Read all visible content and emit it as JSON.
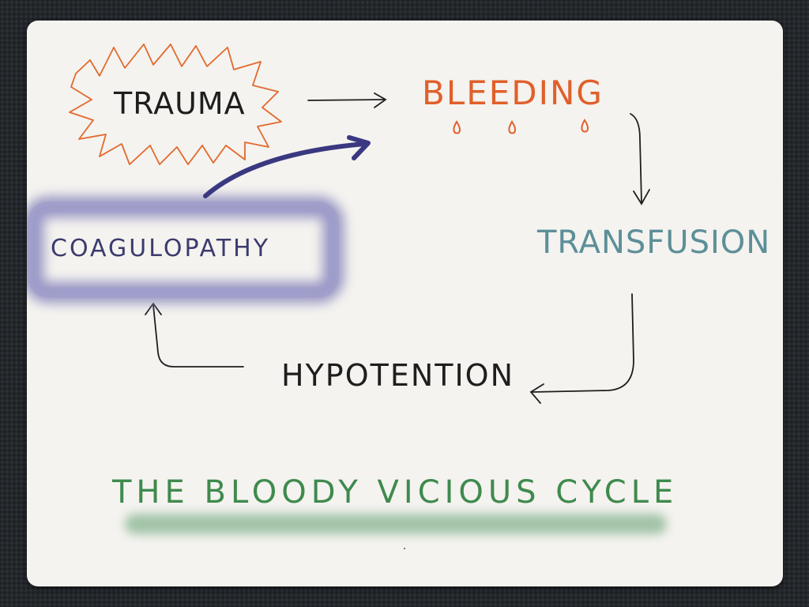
{
  "diagram": {
    "nodes": {
      "trauma": "TRAUMA",
      "bleeding": "BLEEDING",
      "transfusion": "TRANSFUSION",
      "hypotention": "HYPOTENTION",
      "coagulopathy": "COAGULOPATHY"
    },
    "caption": "THE BLOODY VICIOUS CYCLE",
    "edges": [
      [
        "trauma",
        "bleeding"
      ],
      [
        "bleeding",
        "transfusion"
      ],
      [
        "transfusion",
        "hypotention"
      ],
      [
        "hypotention",
        "coagulopathy"
      ],
      [
        "coagulopathy",
        "bleeding"
      ]
    ],
    "colors": {
      "trauma_burst": "#e2692d",
      "bleeding": "#e0602a",
      "transfusion": "#5d8f98",
      "coagulopathy_text": "#3b3b6e",
      "coagulopathy_highlight": "#8e8cbf",
      "feedback_arrow": "#3a3880",
      "caption": "#3f8a4e",
      "caption_underline": "#7fb08a",
      "ink": "#1e1e1e"
    }
  }
}
